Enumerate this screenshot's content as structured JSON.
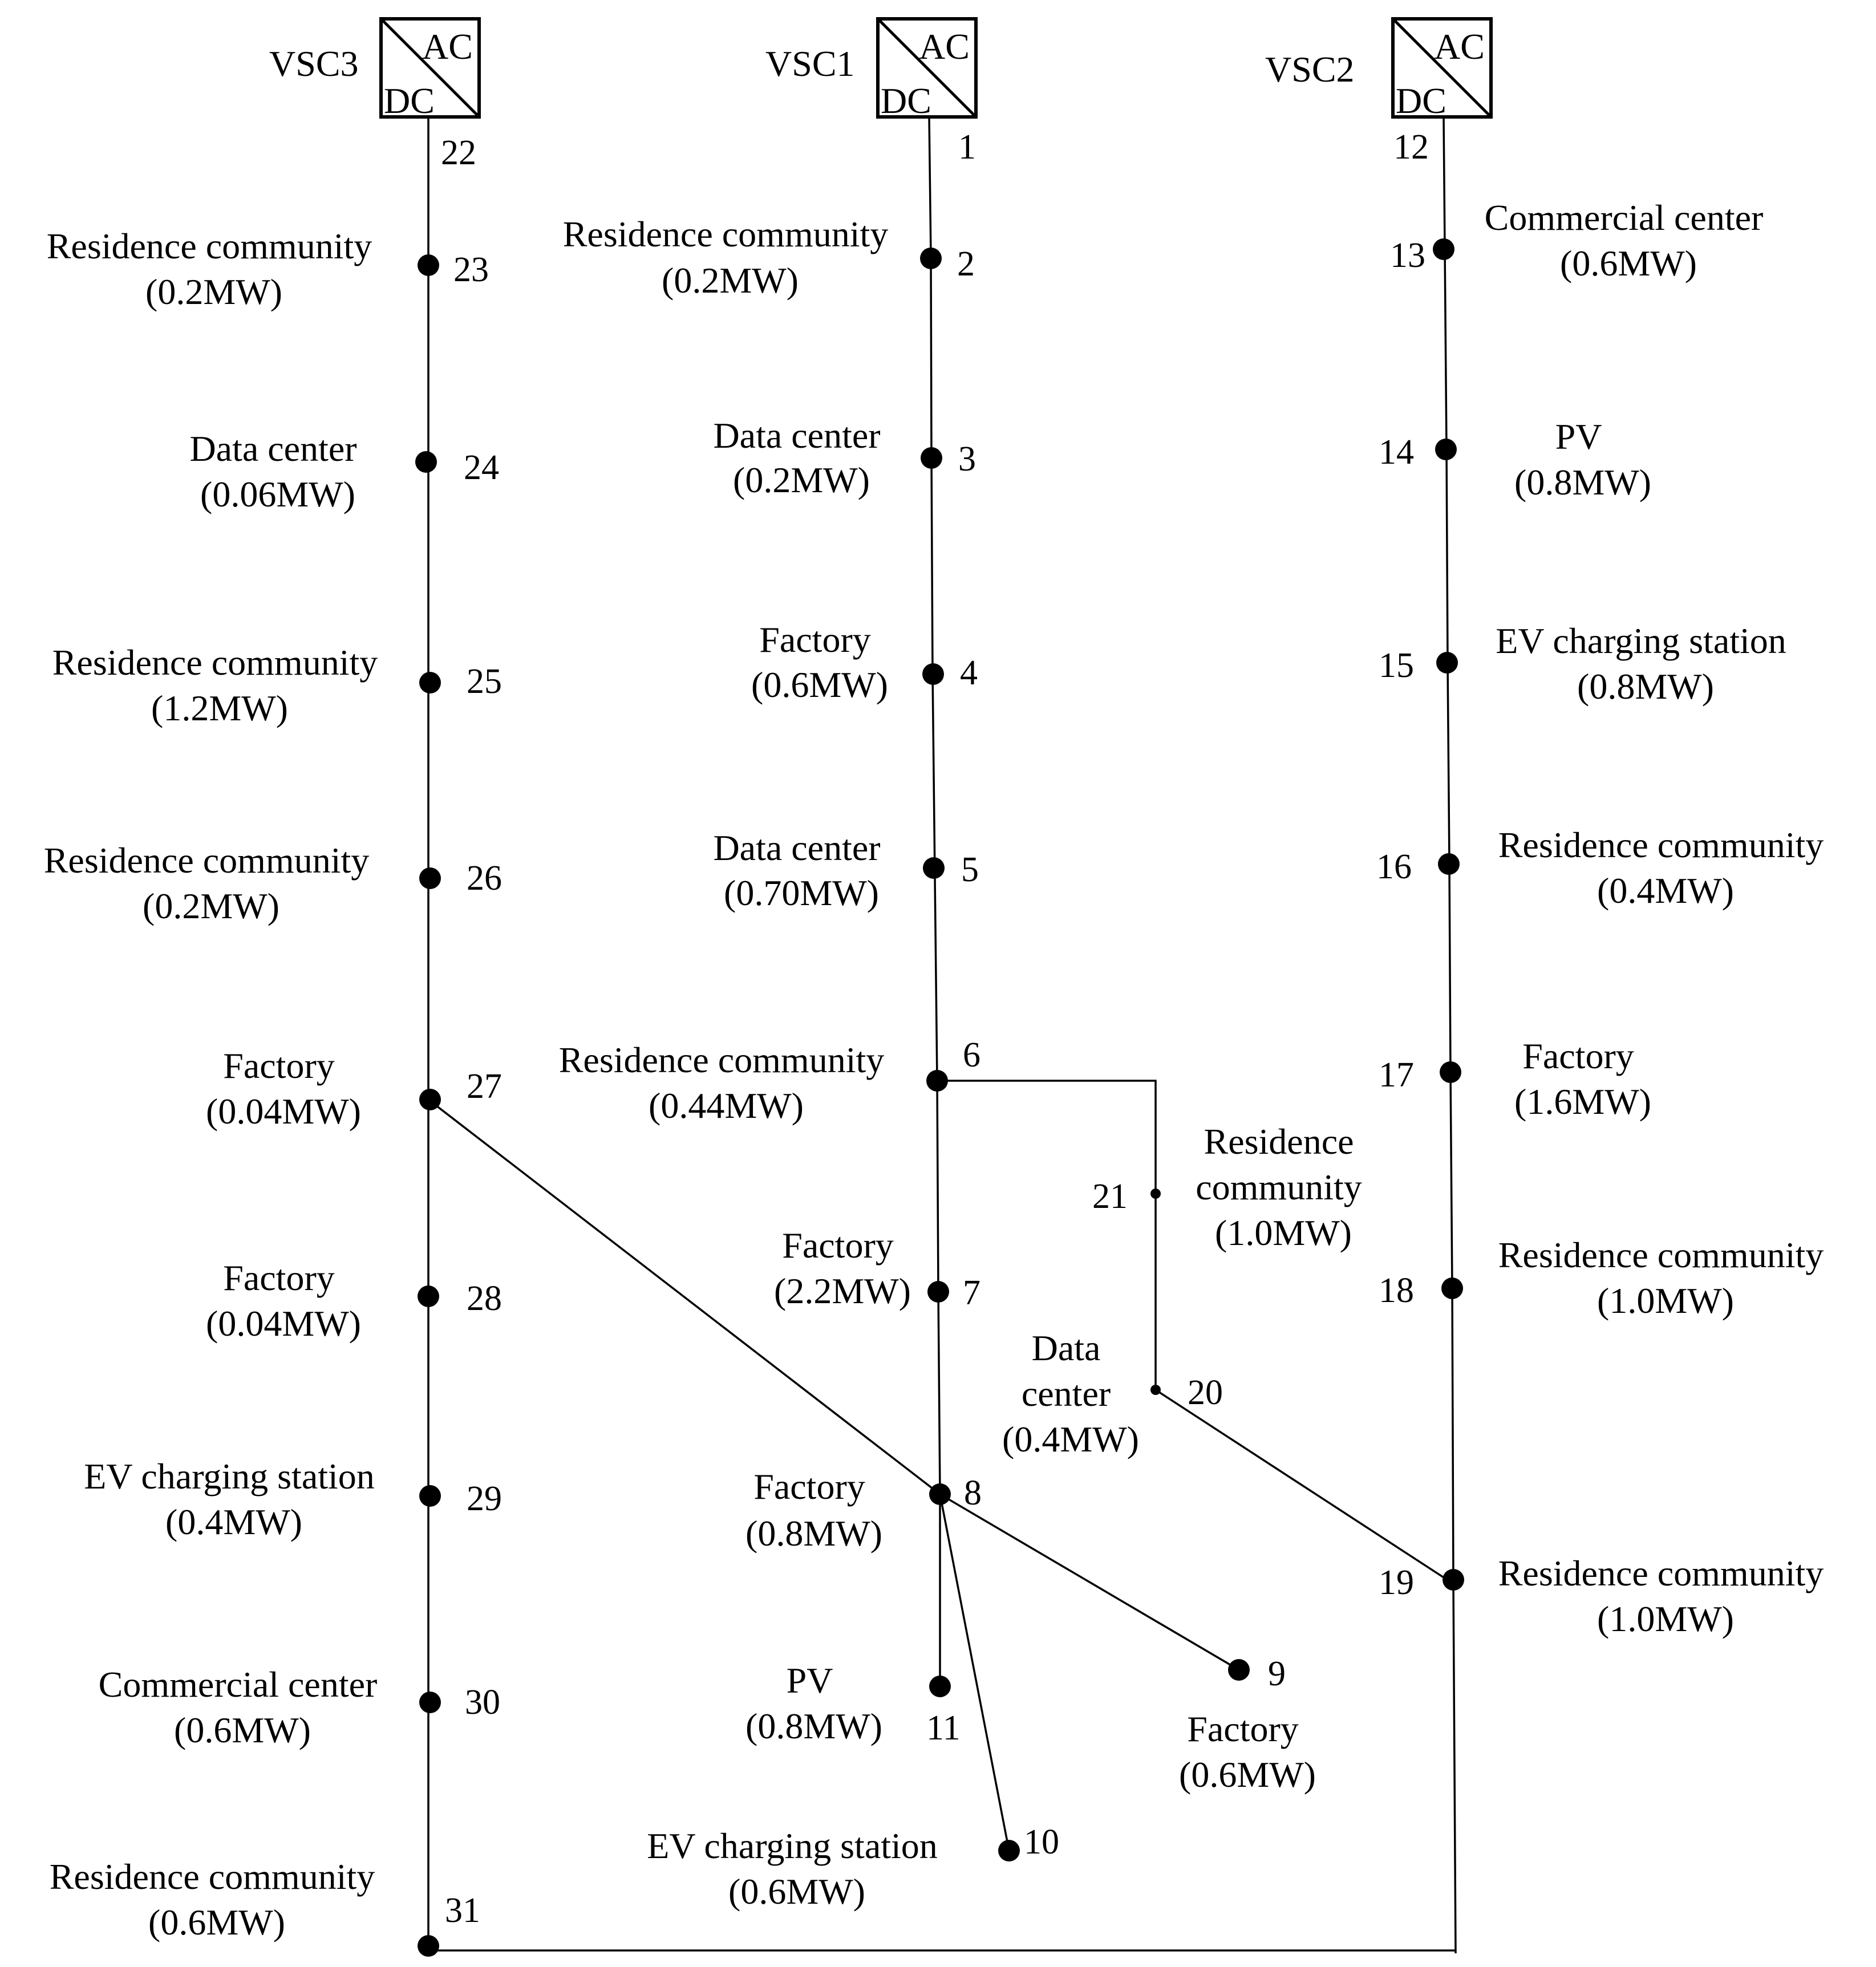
{
  "converters": [
    {
      "id": "vsc3",
      "name": "VSC3",
      "ac": "AC",
      "dc": "DC",
      "bus": "22"
    },
    {
      "id": "vsc1",
      "name": "VSC1",
      "ac": "AC",
      "dc": "DC",
      "bus": "1"
    },
    {
      "id": "vsc2",
      "name": "VSC2",
      "ac": "AC",
      "dc": "DC",
      "bus": "12"
    }
  ],
  "nodes": [
    {
      "id": "2",
      "label": [
        "Residence community",
        "(0.2MW)"
      ]
    },
    {
      "id": "3",
      "label": [
        "Data center",
        "(0.2MW)"
      ]
    },
    {
      "id": "4",
      "label": [
        "Factory",
        "(0.6MW)"
      ]
    },
    {
      "id": "5",
      "label": [
        "Data center",
        "(0.70MW)"
      ]
    },
    {
      "id": "6",
      "label": [
        "Residence community",
        "(0.44MW)"
      ]
    },
    {
      "id": "7",
      "label": [
        "Factory",
        "(2.2MW)"
      ]
    },
    {
      "id": "8",
      "label": [
        "Factory",
        "(0.8MW)"
      ]
    },
    {
      "id": "9",
      "label": [
        "Factory",
        "(0.6MW)"
      ]
    },
    {
      "id": "10",
      "label": [
        "EV charging station",
        "(0.6MW)"
      ]
    },
    {
      "id": "11",
      "label": [
        "PV",
        "(0.8MW)"
      ]
    },
    {
      "id": "13",
      "label": [
        "Commercial center",
        "(0.6MW)"
      ]
    },
    {
      "id": "14",
      "label": [
        "PV",
        "(0.8MW)"
      ]
    },
    {
      "id": "15",
      "label": [
        "EV charging station",
        "(0.8MW)"
      ]
    },
    {
      "id": "16",
      "label": [
        "Residence community",
        "(0.4MW)"
      ]
    },
    {
      "id": "17",
      "label": [
        "Factory",
        "(1.6MW)"
      ]
    },
    {
      "id": "18",
      "label": [
        "Residence community",
        "(1.0MW)"
      ]
    },
    {
      "id": "19",
      "label": [
        "Residence community",
        "(1.0MW)"
      ]
    },
    {
      "id": "20",
      "label": [
        "Data",
        "center",
        "(0.4MW)"
      ]
    },
    {
      "id": "21",
      "label": [
        "Residence",
        "community",
        "(1.0MW)"
      ]
    },
    {
      "id": "23",
      "label": [
        "Residence community",
        "(0.2MW)"
      ]
    },
    {
      "id": "24",
      "label": [
        "Data center",
        "(0.06MW)"
      ]
    },
    {
      "id": "25",
      "label": [
        "Residence community",
        "(1.2MW)"
      ]
    },
    {
      "id": "26",
      "label": [
        "Residence community",
        "(0.2MW)"
      ]
    },
    {
      "id": "27",
      "label": [
        "Factory",
        "(0.04MW)"
      ]
    },
    {
      "id": "28",
      "label": [
        "Factory",
        "(0.04MW)"
      ]
    },
    {
      "id": "29",
      "label": [
        "EV charging station",
        "(0.4MW)"
      ]
    },
    {
      "id": "30",
      "label": [
        "Commercial center",
        "(0.6MW)"
      ]
    },
    {
      "id": "31",
      "label": [
        "Residence community",
        "(0.6MW)"
      ]
    }
  ]
}
